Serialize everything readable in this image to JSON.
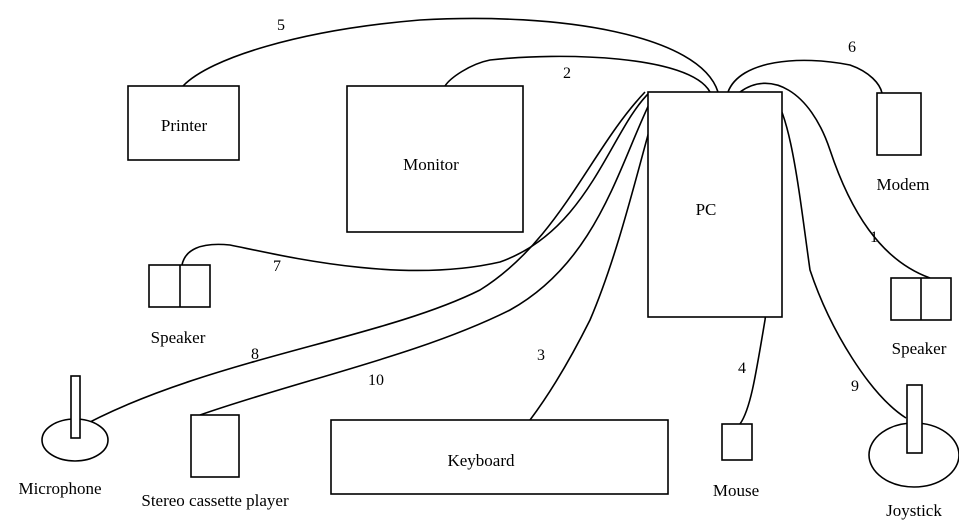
{
  "devices": {
    "pc": "PC",
    "printer": "Printer",
    "monitor": "Monitor",
    "modem": "Modem",
    "speaker_left": "Speaker",
    "speaker_right": "Speaker",
    "microphone": "Microphone",
    "cassette": "Stereo cassette player",
    "keyboard": "Keyboard",
    "mouse": "Mouse",
    "joystick": "Joystick"
  },
  "cables": {
    "c1": "1",
    "c2": "2",
    "c3": "3",
    "c4": "4",
    "c5": "5",
    "c6": "6",
    "c7": "7",
    "c8": "8",
    "c9": "9",
    "c10": "10"
  }
}
